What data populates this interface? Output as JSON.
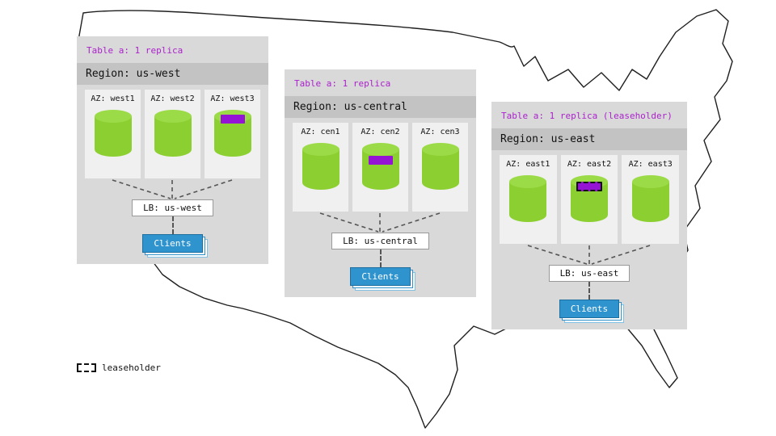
{
  "colors": {
    "accent_purple": "#ab22cc",
    "replica_purple": "#9413d4",
    "cylinder_green": "#8ccf30",
    "clients_blue": "#2f93ce",
    "panel_gray": "#d9d9d9",
    "band_gray": "#c3c3c3"
  },
  "legend": {
    "label": "leaseholder"
  },
  "regions": [
    {
      "table_label": "Table a: 1 replica",
      "region_label": "Region: us-west",
      "lb_label": "LB: us-west",
      "clients_label": "Clients",
      "azs": [
        {
          "label": "AZ: west1",
          "has_replica": false,
          "is_leaseholder": false
        },
        {
          "label": "AZ: west2",
          "has_replica": false,
          "is_leaseholder": false
        },
        {
          "label": "AZ: west3",
          "has_replica": true,
          "is_leaseholder": false
        }
      ]
    },
    {
      "table_label": "Table a: 1 replica",
      "region_label": "Region: us-central",
      "lb_label": "LB: us-central",
      "clients_label": "Clients",
      "azs": [
        {
          "label": "AZ: cen1",
          "has_replica": false,
          "is_leaseholder": false
        },
        {
          "label": "AZ: cen2",
          "has_replica": true,
          "is_leaseholder": false
        },
        {
          "label": "AZ: cen3",
          "has_replica": false,
          "is_leaseholder": false
        }
      ]
    },
    {
      "table_label": "Table a: 1 replica (leaseholder)",
      "region_label": "Region: us-east",
      "lb_label": "LB: us-east",
      "clients_label": "Clients",
      "azs": [
        {
          "label": "AZ: east1",
          "has_replica": false,
          "is_leaseholder": false
        },
        {
          "label": "AZ: east2",
          "has_replica": true,
          "is_leaseholder": true
        },
        {
          "label": "AZ: east3",
          "has_replica": false,
          "is_leaseholder": false
        }
      ]
    }
  ]
}
